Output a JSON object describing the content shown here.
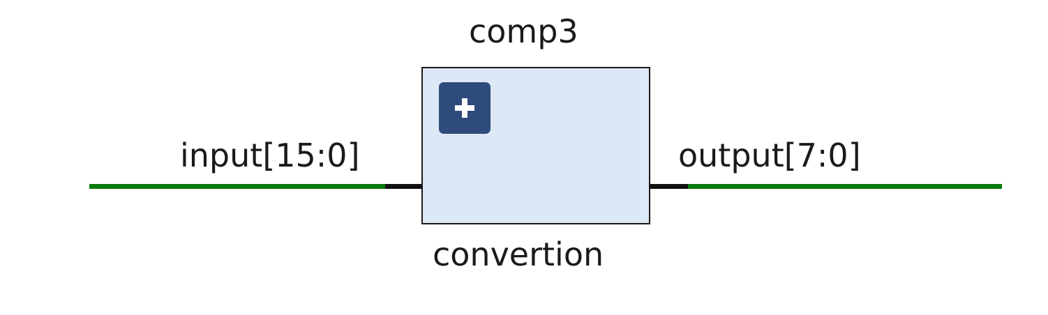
{
  "diagram": {
    "instance_name": "comp3",
    "cell_name": "convertion",
    "input_port": {
      "label": "input[15:0]"
    },
    "output_port": {
      "label": "output[7:0]"
    },
    "expand_icon": "plus-icon"
  },
  "colors": {
    "net": "#0a7a0a",
    "pin": "#111111",
    "block_fill": "#dde8f6",
    "block_border": "#1a1a1a",
    "expand_button": "#2f4b7c"
  }
}
